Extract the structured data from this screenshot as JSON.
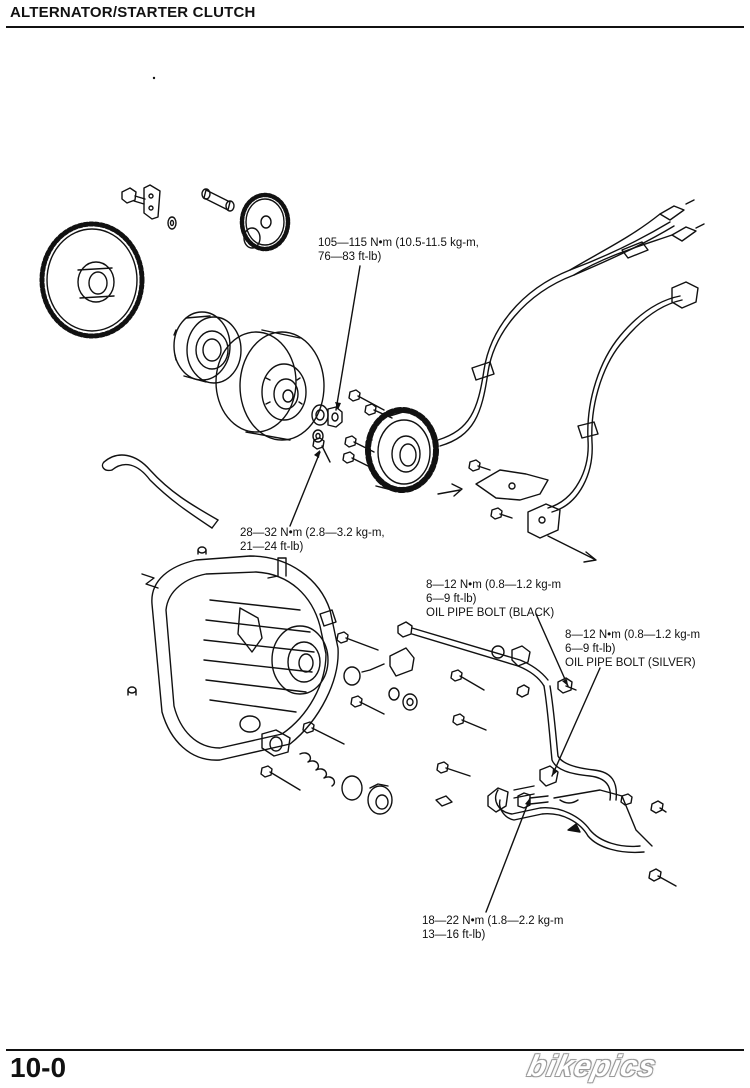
{
  "header": {
    "title": "ALTERNATOR/STARTER CLUTCH"
  },
  "footer": {
    "page_number": "10-0",
    "watermark": "bikepics"
  },
  "labels": {
    "flywheel_nut_torque": {
      "line1": "105—115 N•m (10.5-11.5 kg-m,",
      "line2": "76—83 ft-lb)"
    },
    "stator_bolt_torque": {
      "line1": "28—32 N•m (2.8—3.2 kg-m,",
      "line2": "21—24 ft-lb)"
    },
    "oil_pipe_black": {
      "line1": "8—12 N•m (0.8—1.2 kg-m",
      "line2": "6—9 ft-lb)",
      "line3": "OIL PIPE BOLT (BLACK)"
    },
    "oil_pipe_silver": {
      "line1": "8—12 N•m (0.8—1.2 kg-m",
      "line2": "6—9 ft-lb)",
      "line3": "OIL PIPE BOLT (SILVER)"
    },
    "banjo_bolt_torque": {
      "line1": "18—22 N•m (1.8—2.2 kg-m",
      "line2": "13—16 ft-lb)"
    }
  }
}
